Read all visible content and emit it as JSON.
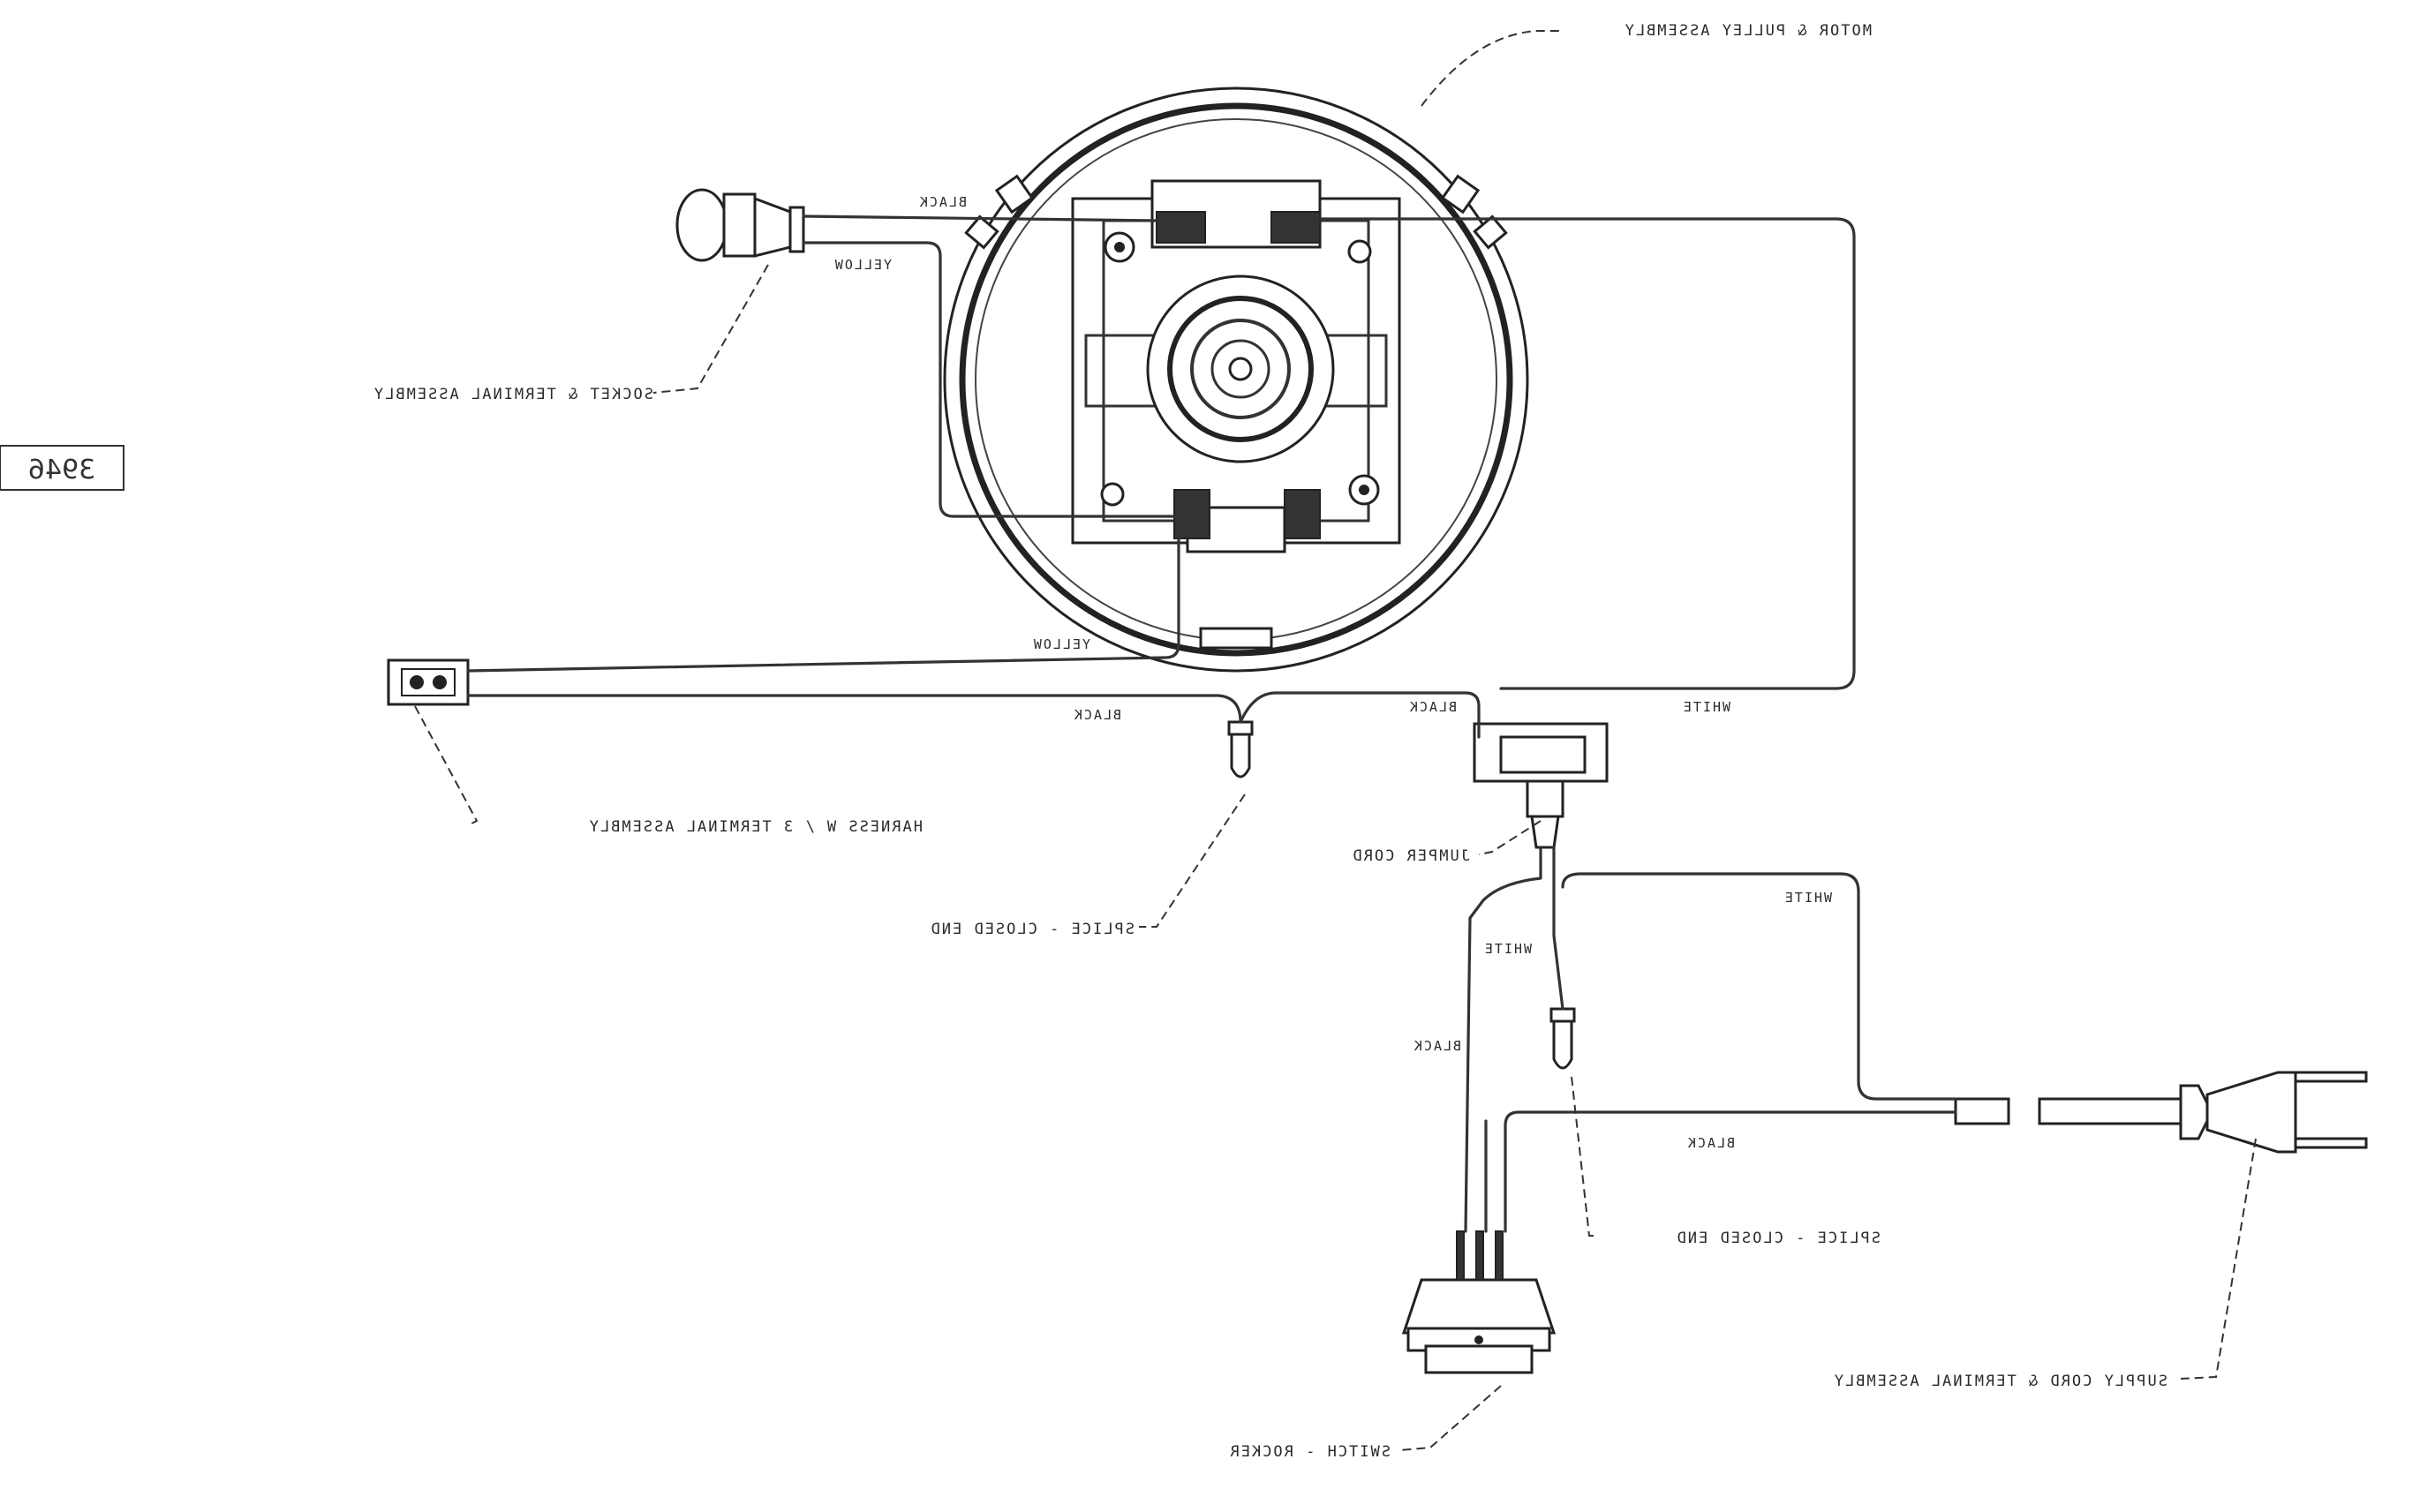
{
  "stamp": "3946",
  "labels": {
    "motor_pulley": "MOTOR & PULLEY ASSEMBLY",
    "socket_terminal": "SOCKET & TERMINAL ASSEMBLY",
    "harness_terminal": "HARNESS W / 3 TERMINAL ASSEMBLY",
    "splice_closed_end_1": "SPLICE - CLOSED END",
    "jumper_cord": "JUMPER CORD",
    "splice_closed_end_2": "SPLICE - CLOSED END",
    "supply_cord": "SUPPLY CORD & TERMINAL ASSEMBLY",
    "switch_rocker": "SWITCH - ROCKER"
  },
  "wires": {
    "black_top": "BLACK",
    "yellow_top": "YELLOW",
    "yellow_mid": "YELLOW",
    "black_mid_left": "BLACK",
    "black_mid_right": "BLACK",
    "white_right": "WHITE",
    "white_lower_right": "WHITE",
    "white_lower_left": "WHITE",
    "black_lower_vertical": "BLACK",
    "black_lower": "BLACK"
  }
}
